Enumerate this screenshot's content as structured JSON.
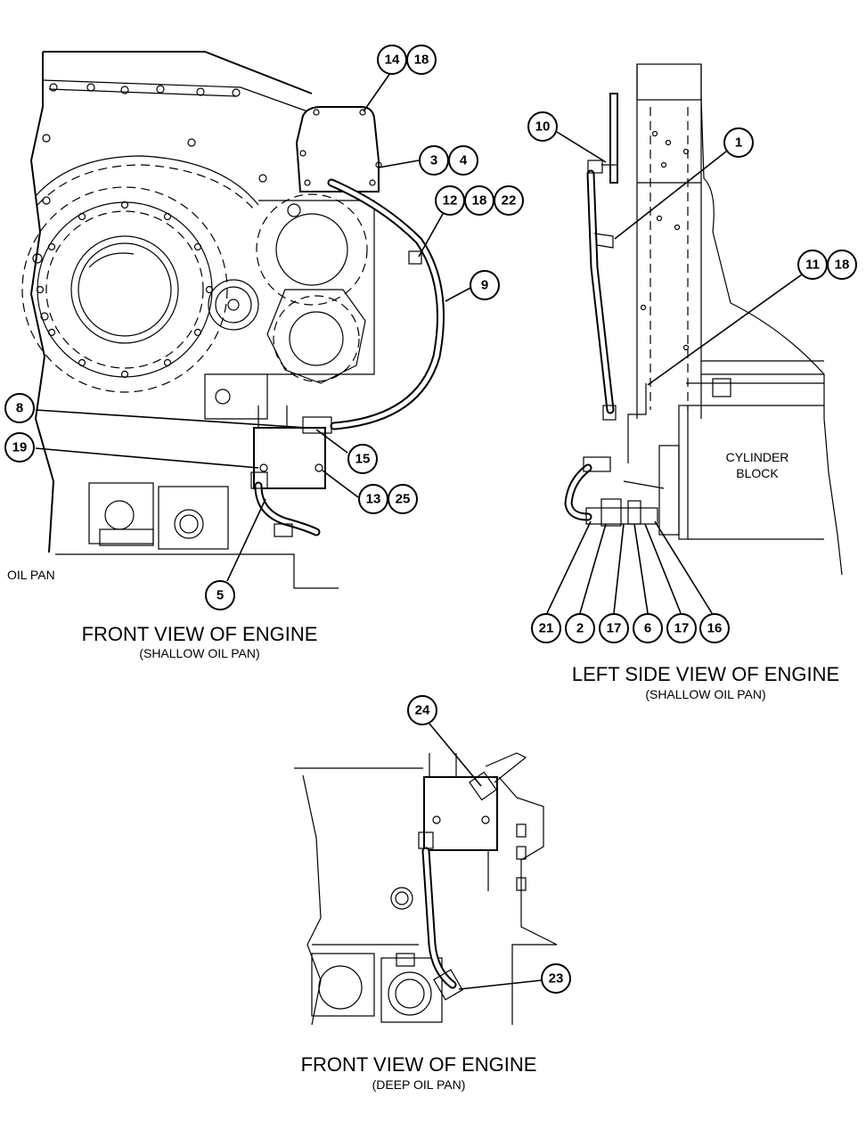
{
  "views": {
    "front_shallow": {
      "title": "FRONT VIEW OF ENGINE",
      "subtitle": "(SHALLOW OIL PAN)"
    },
    "left_shallow": {
      "title": "LEFT SIDE VIEW OF ENGINE",
      "subtitle": "(SHALLOW OIL PAN)"
    },
    "front_deep": {
      "title": "FRONT VIEW OF ENGINE",
      "subtitle": "(DEEP OIL PAN)"
    }
  },
  "labels": {
    "oil_pan": "OIL PAN",
    "cylinder_block_1": "CYLINDER",
    "cylinder_block_2": "BLOCK"
  },
  "callouts": {
    "c14": "14",
    "c18a": "18",
    "c3": "3",
    "c4": "4",
    "c12": "12",
    "c18b": "18",
    "c22": "22",
    "c9": "9",
    "c8": "8",
    "c19": "19",
    "c15": "15",
    "c13": "13",
    "c25": "25",
    "c5": "5",
    "c10": "10",
    "c1": "1",
    "c11": "11",
    "c18c": "18",
    "c21": "21",
    "c2": "2",
    "c17a": "17",
    "c6": "6",
    "c17b": "17",
    "c16": "16",
    "c24": "24",
    "c23": "23"
  }
}
